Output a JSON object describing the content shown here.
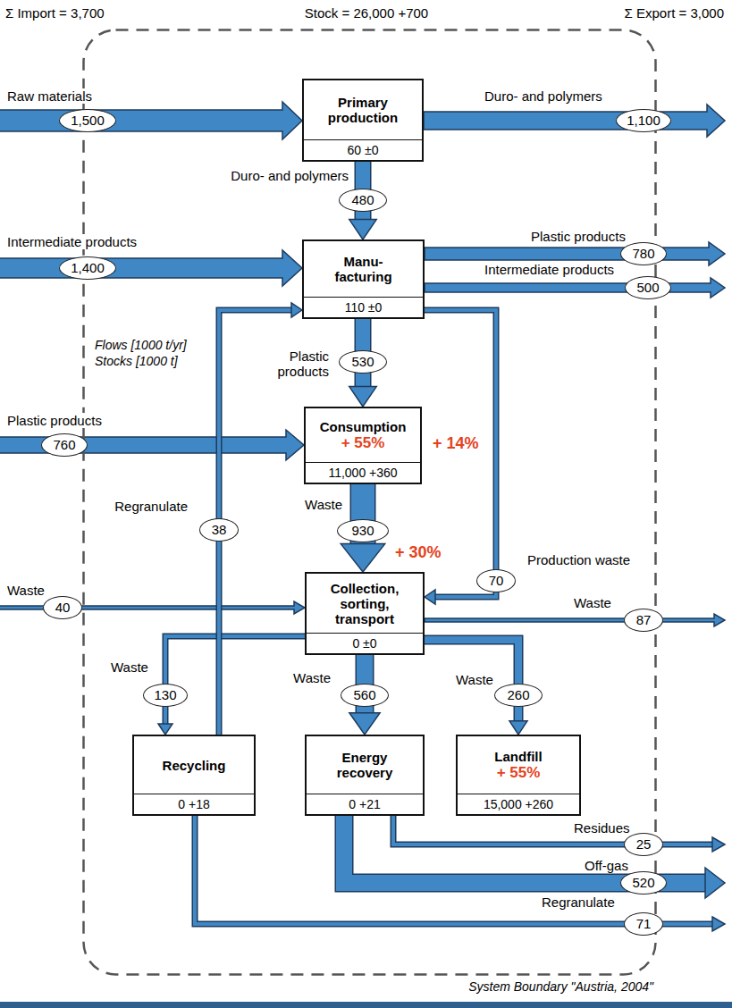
{
  "diagram": {
    "nodes": [
      {
        "text": [
          "System Boundary \"Austria, 2004\""
        ]
      },
      {
        "text": [
          "Primary production",
          "60 ±0"
        ],
        "in": 0
      },
      {
        "text": [
          "Manu- facturing",
          "110 ±0"
        ],
        "in": 0
      },
      {
        "text": [
          "Consumption",
          "+ 55%",
          "11,000 +360"
        ],
        "in": 0
      },
      {
        "text": [
          "Collection, sorting, transport",
          "0 ±0"
        ],
        "in": 0
      },
      {
        "text": [
          "Recycling",
          "0 +18"
        ],
        "in": 0
      },
      {
        "text": [
          "Energy recovery",
          "0 +21"
        ],
        "in": 0
      },
      {
        "text": [
          "Landfill",
          "+ 55%",
          "15,000 +260"
        ],
        "in": 0
      }
    ],
    "edges": [
      {
        "from": 1,
        "to": 2,
        "label": "480",
        "arrow": "to"
      },
      {
        "from": 2,
        "to": 3,
        "label": "530",
        "arrow": "to"
      },
      {
        "from": 2,
        "to": 4,
        "label": "70",
        "arrow": "to"
      },
      {
        "from": 3,
        "to": 4,
        "label": "930",
        "arrow": "to"
      },
      {
        "from": 4,
        "to": 5,
        "label": "130",
        "arrow": "to"
      },
      {
        "from": 4,
        "to": 6,
        "label": "560",
        "arrow": "to"
      },
      {
        "from": 4,
        "to": 7,
        "label": "260",
        "arrow": "to"
      },
      {
        "from": 5,
        "to": 2,
        "label": "38",
        "arrow": "to"
      }
    ],
    "labels": [
      "Σ Import = 3,700",
      "Stock = 26,000 +700",
      "Σ Export = 3,000",
      "Raw materials",
      "1,500",
      "Duro- and polymers",
      "1,100",
      "Duro- and polymers",
      "Intermediate products",
      "1,400",
      "Plastic products",
      "780",
      "Intermediate products",
      "500",
      "Flows [1000 t/yr]",
      "Stocks [1000 t]",
      "Plastic products",
      "Plastic products",
      "760",
      "+ 14%",
      "Regranulate",
      "Waste",
      "Production waste",
      "+ 30%",
      "Waste",
      "40",
      "Waste",
      "87",
      "Waste",
      "Waste",
      "Waste",
      "Residues",
      "25",
      "Off-gas",
      "520",
      "Regranulate",
      "71"
    ]
  }
}
